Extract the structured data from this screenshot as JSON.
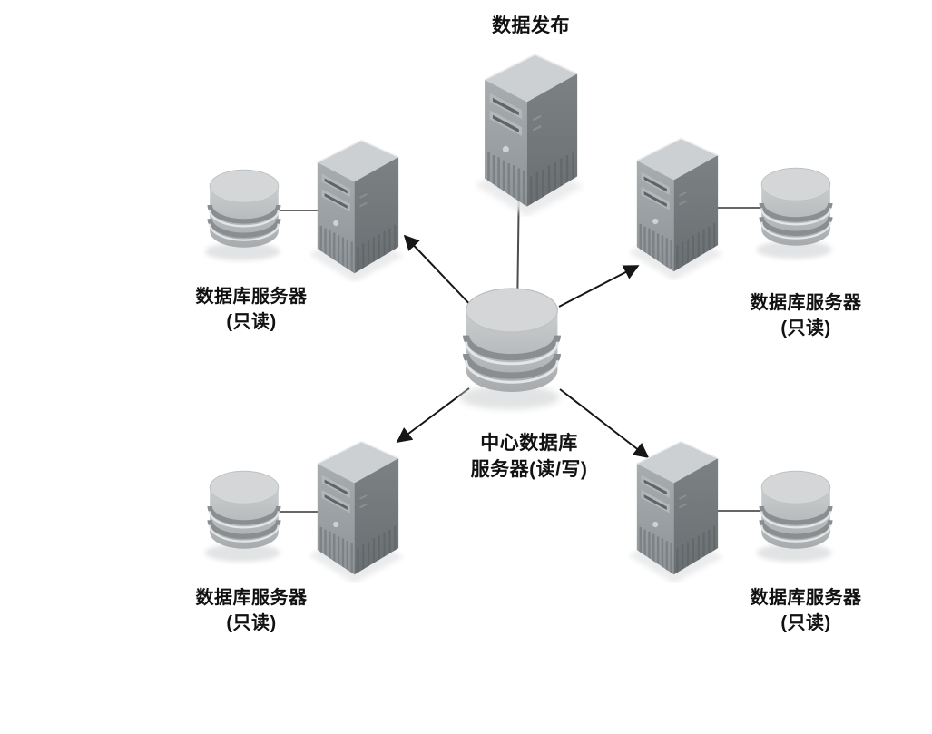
{
  "diagram": {
    "type": "topology",
    "description": "central database replication topology with one publisher, one central read/write database server and four read-only database servers",
    "colors": {
      "background": "#ffffff",
      "label_text": "#111111",
      "arrow": "#161616",
      "connector": "#666666",
      "icon_top_face": "#cdd0d2",
      "icon_front_face": "#9aa0a3",
      "icon_side_face": "#73787b",
      "cylinder_light": "#d4d6d7",
      "cylinder_band": "#8a8e91",
      "shadow": "#e7e8e9"
    },
    "nodes": {
      "publisher": {
        "label": "数据发布",
        "icon": "server-tower"
      },
      "center": {
        "label_line1": "中心数据库",
        "label_line2": "服务器(读/写)",
        "icon": "database-cylinder"
      },
      "top_left": {
        "label_line1": "数据库服务器",
        "label_line2": "(只读)",
        "icons": [
          "database-cylinder",
          "server-tower"
        ]
      },
      "top_right": {
        "label_line1": "数据库服务器",
        "label_line2": "(只读)",
        "icons": [
          "server-tower",
          "database-cylinder"
        ]
      },
      "bottom_left": {
        "label_line1": "数据库服务器",
        "label_line2": "(只读)",
        "icons": [
          "database-cylinder",
          "server-tower"
        ]
      },
      "bottom_right": {
        "label_line1": "数据库服务器",
        "label_line2": "(只读)",
        "icons": [
          "server-tower",
          "database-cylinder"
        ]
      }
    },
    "edges": [
      {
        "from": "publisher",
        "to": "center",
        "style": "plain-line"
      },
      {
        "from": "center",
        "to": "top_left",
        "style": "arrow"
      },
      {
        "from": "center",
        "to": "top_right",
        "style": "arrow"
      },
      {
        "from": "center",
        "to": "bottom_left",
        "style": "arrow"
      },
      {
        "from": "center",
        "to": "bottom_right",
        "style": "arrow"
      },
      {
        "from": "top_left_database",
        "to": "top_left_server",
        "style": "plain-line"
      },
      {
        "from": "top_right_server",
        "to": "top_right_database",
        "style": "plain-line"
      },
      {
        "from": "bottom_left_database",
        "to": "bottom_left_server",
        "style": "plain-line"
      },
      {
        "from": "bottom_right_server",
        "to": "bottom_right_database",
        "style": "plain-line"
      }
    ]
  }
}
